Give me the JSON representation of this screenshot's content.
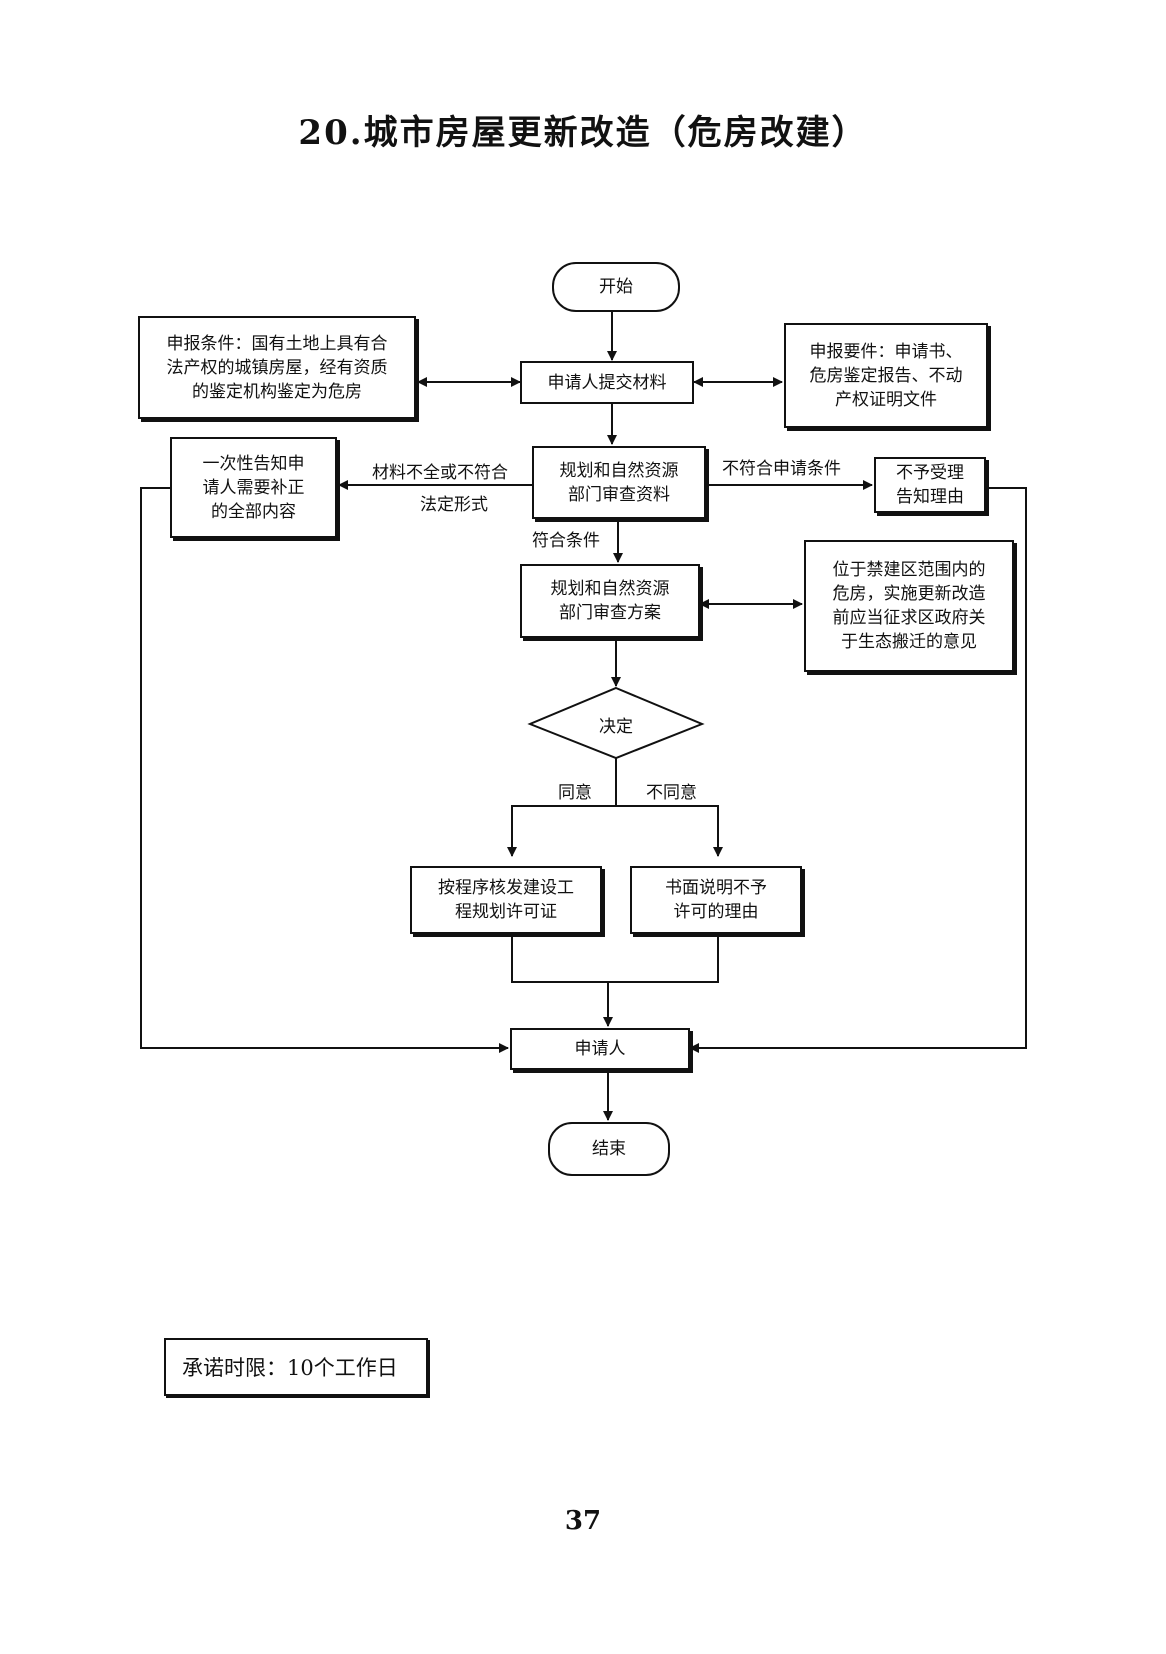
{
  "title": "20.城市房屋更新改造（危房改建）",
  "nodes": {
    "start": "开始",
    "submit": "申请人提交材料",
    "conditions": "申报条件：国有土地上具有合\n法产权的城镇房屋，经有资质\n的鉴定机构鉴定为危房",
    "requirements": "申报要件：申请书、\n危房鉴定报告、不动\n产权证明文件",
    "review_docs": "规划和自然资源\n部门审查资料",
    "notify_supplement": "一次性告知申\n请人需要补正\n的全部内容",
    "reject_notice": "不予受理\n告知理由",
    "review_plan": "规划和自然资源\n部门审查方案",
    "forbidden_zone": "位于禁建区范围内的\n危房，实施更新改造\n前应当征求区政府关\n于生态搬迁的意见",
    "decision": "决定",
    "issue_permit": "按程序核发建设工\n程规划许可证",
    "written_refusal": "书面说明不予\n许可的理由",
    "applicant": "申请人",
    "end": "结束"
  },
  "edge_labels": {
    "incomplete_1": "材料不全或不符合",
    "incomplete_2": "法定形式",
    "not_eligible": "不符合申请条件",
    "eligible": "符合条件",
    "agree": "同意",
    "disagree": "不同意"
  },
  "promise": "承诺时限：10个工作日",
  "page_number": "37"
}
